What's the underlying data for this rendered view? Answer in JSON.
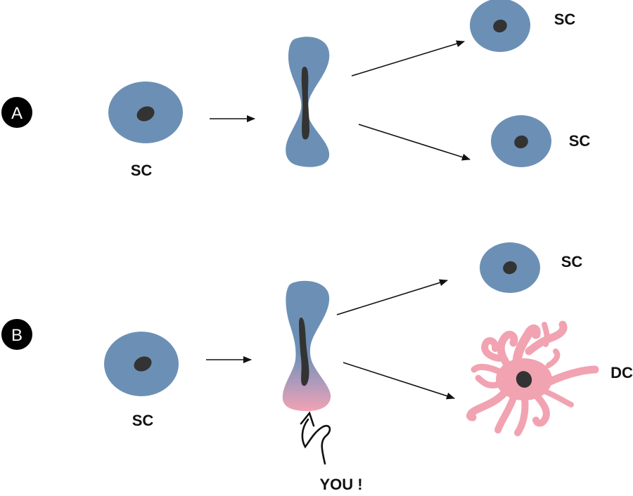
{
  "colors": {
    "stem_cell": "#6c90b5",
    "differentiated_cell": "#f1a3b2",
    "nucleus": "#333333",
    "arrow": "#111111",
    "badge": "#000000"
  },
  "panel_a": {
    "badge": "A",
    "parent_label": "SC",
    "daughter_top_label": "SC",
    "daughter_bottom_label": "SC"
  },
  "panel_b": {
    "badge": "B",
    "parent_label": "SC",
    "daughter_top_label": "SC",
    "daughter_bottom_label": "DC",
    "you_label": "YOU !"
  }
}
